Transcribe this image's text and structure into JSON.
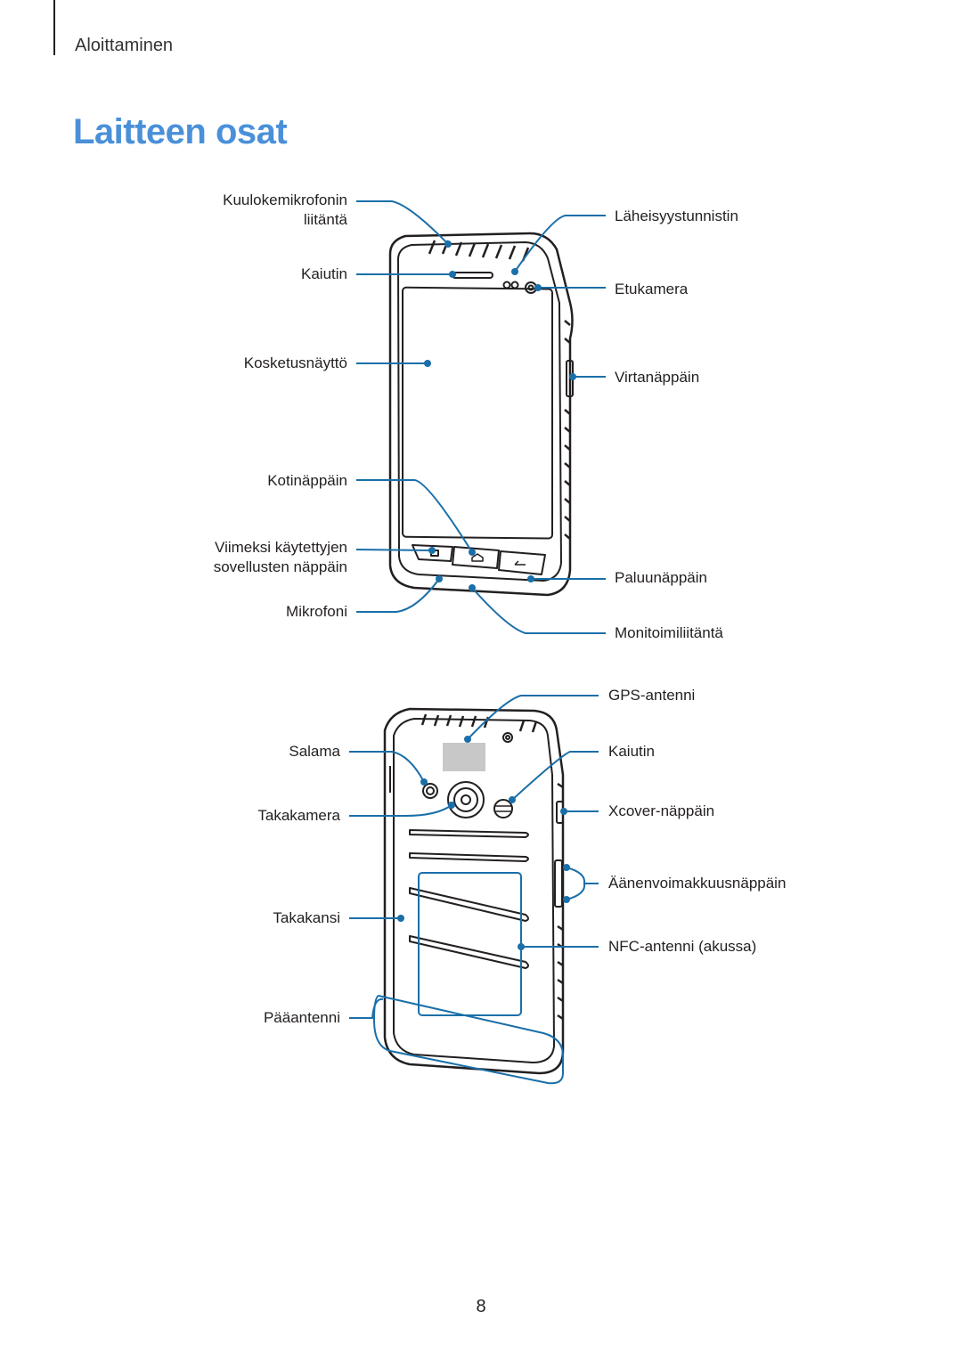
{
  "header": {
    "section": "Aloittaminen"
  },
  "page_title": "Laitteen osat",
  "front_labels": {
    "headset_jack": [
      "Kuulokemikrofonin",
      "liitäntä"
    ],
    "speaker": "Kaiutin",
    "touchscreen": "Kosketusnäyttö",
    "home_key": "Kotinäppäin",
    "recent_apps_key": [
      "Viimeksi käytettyjen",
      "sovellusten näppäin"
    ],
    "microphone": "Mikrofoni",
    "proximity_sensor": "Läheisyystunnistin",
    "front_camera": "Etukamera",
    "power_key": "Virtanäppäin",
    "back_key": "Paluunäppäin",
    "multipurpose_jack": "Monitoimiliitäntä"
  },
  "back_labels": {
    "flash": "Salama",
    "rear_camera": "Takakamera",
    "back_cover": "Takakansi",
    "main_antenna": "Pääantenni",
    "gps_antenna": "GPS-antenni",
    "speaker": "Kaiutin",
    "xcover_key": "Xcover-näppäin",
    "volume_key": "Äänenvoimakkuusnäppäin",
    "nfc_antenna": "NFC-antenni (akussa)"
  },
  "page_number": "8",
  "colors": {
    "title": "#4a90d9",
    "callout": "#1a6fa8",
    "device": "#231f20"
  }
}
